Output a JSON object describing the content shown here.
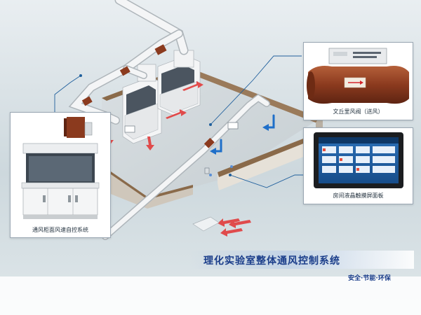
{
  "diagram": {
    "title": "理化实验室整体通风控制系统",
    "slogan": "安全·节能·环保",
    "callouts": [
      {
        "id": "venturi-valve",
        "caption": "文丘里风阀（送风）"
      },
      {
        "id": "touch-panel",
        "caption": "房间液晶触摸屏面板"
      },
      {
        "id": "fume-hood-control",
        "caption": "通风柜面风速自控系统"
      }
    ]
  },
  "colors": {
    "wall_top": "#8a6a4a",
    "floor": "#d4dadd",
    "duct": "#e8eaec",
    "valve": "#8b3a1e",
    "title_blue": "#1a3d8a",
    "connector": "#1f5f9c",
    "exhaust_arrow": "#e23c3c",
    "supply_arrow": "#1f6fc9"
  }
}
